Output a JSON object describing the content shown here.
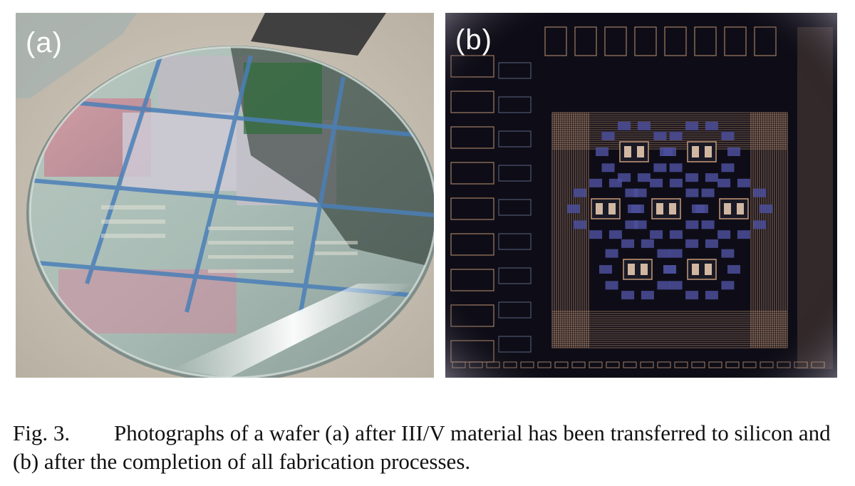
{
  "figure": {
    "panel_a_label": "(a)",
    "panel_b_label": "(b)",
    "figure_number": "Fig. 3.",
    "caption_text": "Photographs of a wafer (a) after III/V material has been transferred to silicon and (b) after the completion of all fabrication processes."
  },
  "colors": {
    "background": "#ffffff",
    "caption_text": "#111111",
    "panel_label": "#ffffff"
  }
}
